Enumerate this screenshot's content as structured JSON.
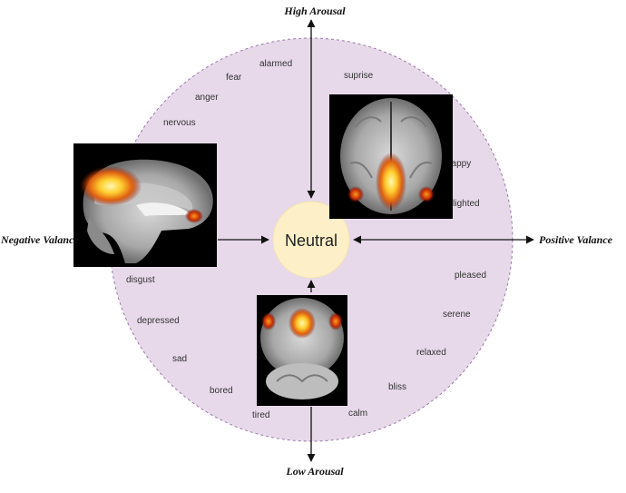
{
  "axes": {
    "top": "High Arousal",
    "bottom": "Low Arousal",
    "left": "Negative Valance",
    "right": "Positive Valance"
  },
  "center": "Neutral",
  "emotions": {
    "alarmed": "alarmed",
    "fear": "fear",
    "anger": "anger",
    "nervous": "nervous",
    "suprise": "suprise",
    "happy": "happy",
    "delighted": "delighted",
    "pleased": "pleased",
    "serene": "serene",
    "relaxed": "relaxed",
    "bliss": "bliss",
    "calm": "calm",
    "tired": "tired",
    "bored": "bored",
    "sad": "sad",
    "depressed": "depressed",
    "disgust": "disgust"
  },
  "colors": {
    "circle_fill": "#e7d9ea",
    "circle_stroke": "#9a7aa6",
    "neutral_fill": "#fdf0c8",
    "brain_background": "#000000"
  },
  "images": [
    "brain-sagittal-scan",
    "brain-axial-scan",
    "brain-coronal-scan"
  ]
}
